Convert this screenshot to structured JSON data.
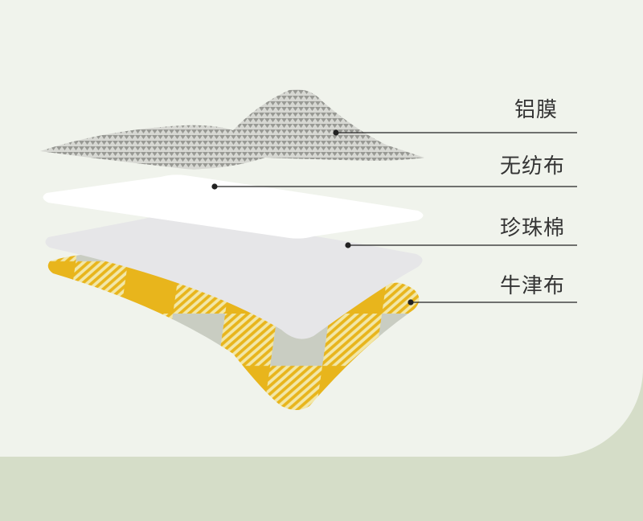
{
  "layers": [
    {
      "name": "铝膜"
    },
    {
      "name": "无纺布"
    },
    {
      "name": "珍珠棉"
    },
    {
      "name": "牛津布"
    }
  ],
  "colors": {
    "background": "#f0f3ec",
    "footer": "#d5ddc8",
    "plaid_yellow": "#e8b51c",
    "plaid_grey": "#c9cdc2",
    "pearl_cotton": "#e6e6e8",
    "nonwoven": "#ffffff",
    "foil": "#b9bab5"
  }
}
